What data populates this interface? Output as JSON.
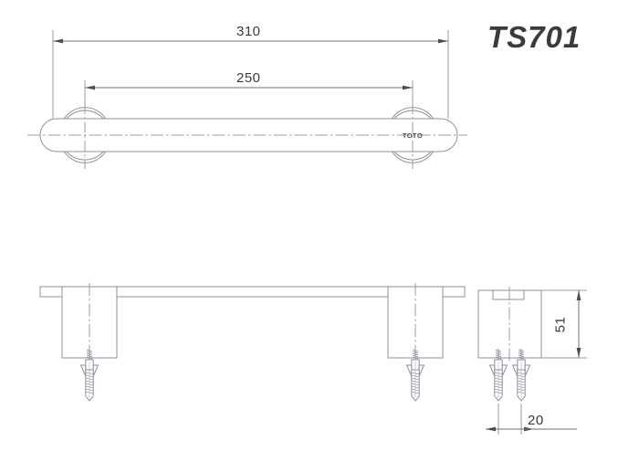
{
  "drawing": {
    "product_code": "TS701",
    "brand_logo": "TOTO",
    "dimensions": {
      "overall_length": "310",
      "mounting_centers": "250",
      "projection_height": "51",
      "anchor_spacing": "20"
    },
    "units_note": "",
    "colors": {
      "line": "#8f929b",
      "line_dark": "#6e717a",
      "text": "#3a3a44",
      "title": "#3b3b3b",
      "background": "#ffffff",
      "hardware": "#9aa0a8"
    },
    "views": {
      "top": "plan-view",
      "front": "front-elevation",
      "side": "side-section"
    },
    "icons": {
      "arrow": "dimension-arrow",
      "anchor": "wall-anchor-icon",
      "centerline": "centerline-icon"
    }
  }
}
